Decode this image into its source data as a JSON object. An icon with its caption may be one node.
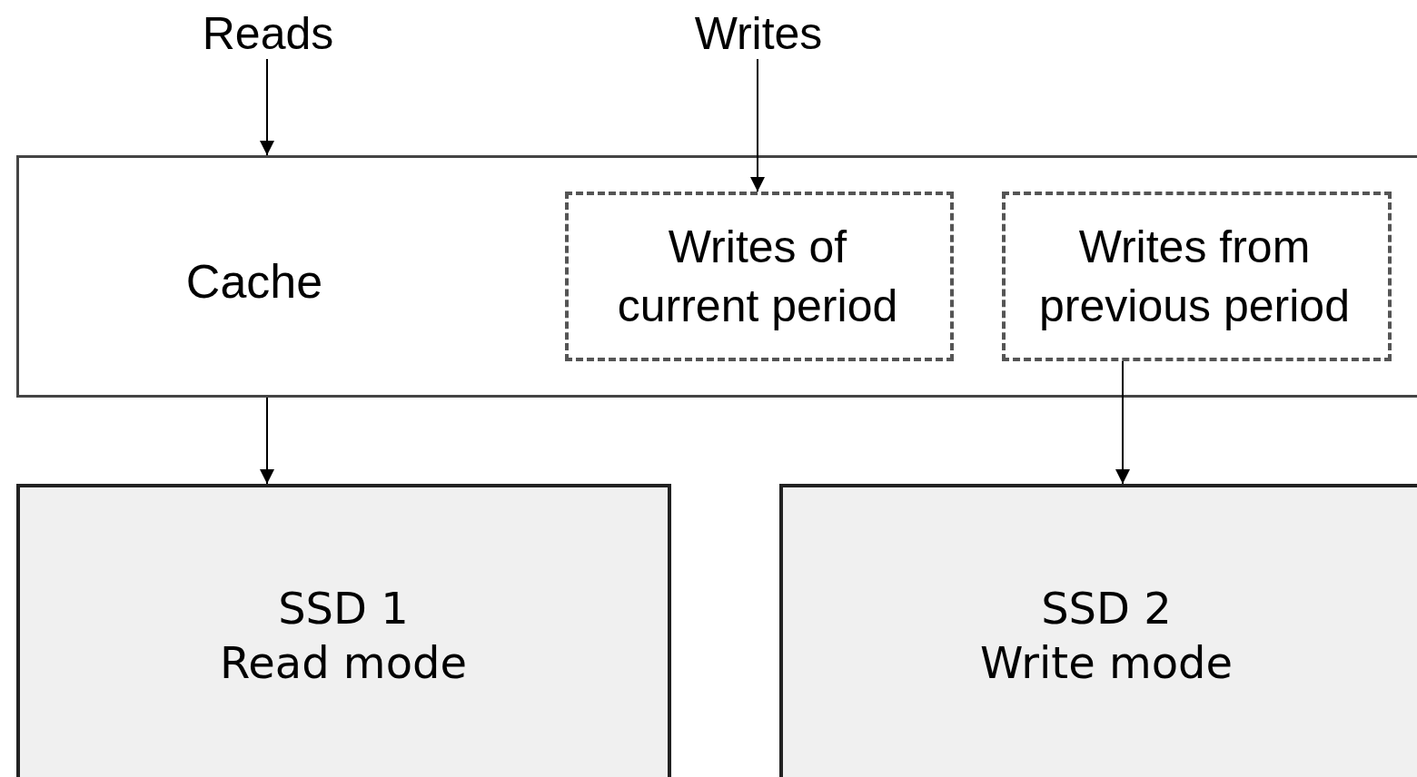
{
  "diagram": {
    "nodes": [
      {
        "text": [
          "Reads"
        ]
      },
      {
        "text": [
          "Writes"
        ]
      },
      {
        "text": [
          "Cache"
        ]
      },
      {
        "text": [
          "Writes of current period"
        ],
        "in": 2
      },
      {
        "text": [
          "Writes from previous period"
        ],
        "in": 2
      },
      {
        "text": [
          "SSD 1",
          "Read mode"
        ]
      },
      {
        "text": [
          "SSD 2",
          "Write mode"
        ]
      }
    ],
    "edges": [
      {
        "from": 0,
        "to": 2,
        "arrow": "to"
      },
      {
        "from": 1,
        "to": 3,
        "arrow": "to"
      },
      {
        "from": 2,
        "to": 5,
        "arrow": "to"
      },
      {
        "from": 4,
        "to": 6,
        "arrow": "to"
      }
    ]
  }
}
